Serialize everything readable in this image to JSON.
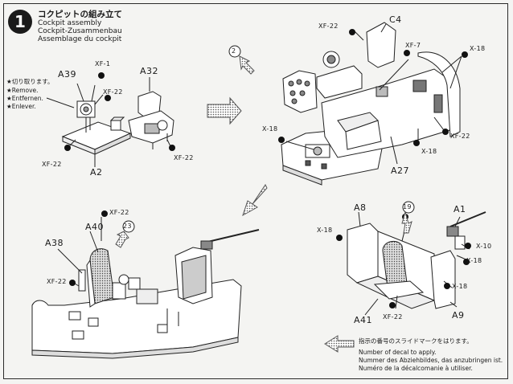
{
  "step": {
    "number": "1",
    "title_jp": "コクピットの組み立て",
    "title_en": "Cockpit assembly",
    "title_de": "Cockpit-Zusammenbau",
    "title_fr": "Assemblage du cockpit"
  },
  "note": {
    "jp": "★切り取ります。",
    "en": "★Remove.",
    "de": "★Entfernen.",
    "fr": "★Enlever."
  },
  "parts": {
    "a39": "A39",
    "a32": "A32",
    "a2": "A2",
    "c4": "C4",
    "a27": "A27",
    "a8": "A8",
    "a1": "A1",
    "a38": "A38",
    "a40": "A40",
    "a41": "A41",
    "a9": "A9"
  },
  "decals": {
    "xf1": "XF-1",
    "xf22": "XF-22",
    "xf7": "XF-7",
    "x18": "X-18",
    "x10": "X-10",
    "decal_2": "2",
    "decal_19": "19",
    "decal_23": "23"
  },
  "legend": {
    "jp": "指示の番号のスライドマークをはります。",
    "en": "Number of decal to apply.",
    "de": "Nummer des Abziehbildes, das anzubringen ist.",
    "fr": "Numéro de la décalcomanie à utiliser."
  }
}
